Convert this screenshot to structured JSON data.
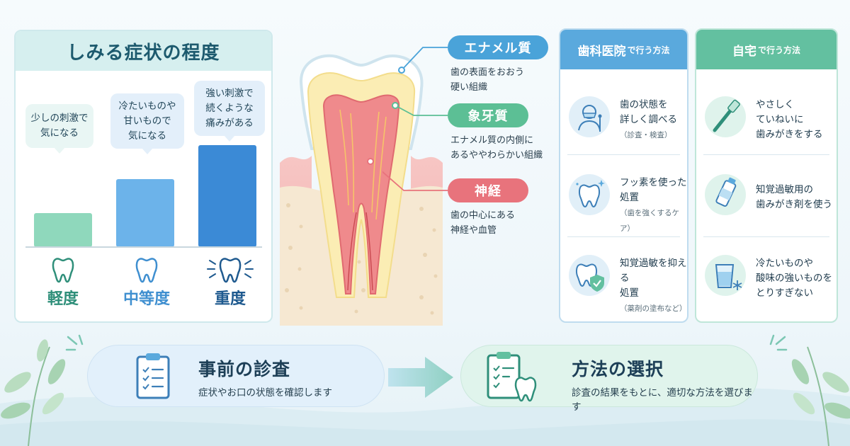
{
  "severity": {
    "title": "しみる症状の程度",
    "levels": [
      {
        "label": "軽度",
        "bubble": [
          "少しの刺激で",
          "気になる"
        ],
        "bar_value": 1,
        "color": "#2f8f7a",
        "bar_color": "#8fd8bc"
      },
      {
        "label": "中等度",
        "bubble": [
          "冷たいものや",
          "甘いもので",
          "気になる"
        ],
        "bar_value": 2,
        "color": "#3f8fd0",
        "bar_color": "#6cb3ea"
      },
      {
        "label": "重度",
        "bubble": [
          "強い刺激で",
          "続くような",
          "痛みがある"
        ],
        "bar_value": 3,
        "color": "#1f5a8f",
        "bar_color": "#3b8ad6"
      }
    ]
  },
  "tooth": {
    "layers": [
      {
        "name": "エナメル質",
        "desc": [
          "歯の表面をおおう",
          "硬い組織"
        ],
        "color": "#4aa3d9"
      },
      {
        "name": "象牙質",
        "desc": [
          "エナメル質の内側に",
          "あるややわらかい組織"
        ],
        "color": "#5cbf95"
      },
      {
        "name": "神経",
        "desc": [
          "歯の中心にある",
          "神経や血管"
        ],
        "color": "#e8737c"
      }
    ]
  },
  "clinic": {
    "title": "歯科医院",
    "title_suffix": "で行う方法",
    "items": [
      {
        "icon": "dentist-icon",
        "text": [
          "歯の状態を",
          "詳しく調べる"
        ],
        "note": "（診査・検査）"
      },
      {
        "icon": "sparkle-tooth-icon",
        "text": [
          "フッ素を使った",
          "処置"
        ],
        "note": "（歯を強くするケア）"
      },
      {
        "icon": "shield-tooth-icon",
        "text": [
          "知覚過敏を抑える",
          "処置"
        ],
        "note": "（薬剤の塗布など）"
      }
    ]
  },
  "home": {
    "title": "自宅",
    "title_suffix": "で行う方法",
    "items": [
      {
        "icon": "toothbrush-icon",
        "text": [
          "やさしく",
          "ていねいに",
          "歯みがきをする"
        ]
      },
      {
        "icon": "toothpaste-icon",
        "text": [
          "知覚過敏用の",
          "歯みがき剤を使う"
        ]
      },
      {
        "icon": "cold-drink-icon",
        "text": [
          "冷たいものや",
          "酸味の強いものを",
          "とりすぎない"
        ]
      }
    ]
  },
  "steps": [
    {
      "title": "事前の診査",
      "desc": "症状やお口の状態を確認します",
      "icon": "clipboard-icon"
    },
    {
      "title": "方法の選択",
      "desc": "診査の結果をもとに、適切な方法を選びます",
      "icon": "clipboard-tooth-icon"
    }
  ],
  "colors": {
    "accent_blue": "#5aa9dd",
    "accent_green": "#63c0a0",
    "accent_red": "#e8737c"
  }
}
